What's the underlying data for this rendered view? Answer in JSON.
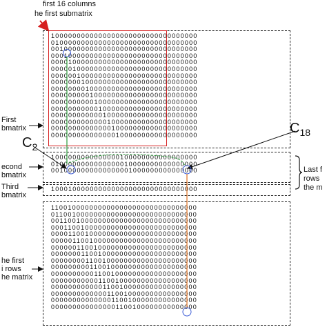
{
  "top_annotation": {
    "line1": "first 16 columns",
    "line2": "he first submatrix"
  },
  "left_labels": {
    "first": [
      "First",
      "bmatrix"
    ],
    "second": [
      "econd",
      "bmatrix"
    ],
    "third": [
      "Third",
      "bmatrix"
    ],
    "rows": [
      "he first",
      "i rows",
      "he matrix"
    ]
  },
  "right_label": [
    "Last f",
    "rows",
    "the m"
  ],
  "callouts": {
    "c2": "C",
    "c2_sub": "2",
    "c18": "C",
    "c18_sub": "18"
  },
  "matrices": {
    "first": [
      "1000000000000000000000000000000000",
      "0100000000000000000000000000000000",
      "0010000000000000000000000000000000",
      "0001000000000000000000000000000000",
      "0000100000000000000000000000000000",
      "0000010000000000000000000000000000",
      "0000001000000000000000000000000000",
      "0000000100000000000000000000000000",
      "0000000010000000000000000000000000",
      "0000000001000000000000000000000000",
      "0000000000100000000000000000000000",
      "0000000000010000000000000000000000",
      "0000000000001000000000000000000000",
      "0000000000000100000000000000000000",
      "0000000000000010000000000000000000",
      "0000000000000001000000000000000000"
    ],
    "second": [
      "1000000000000000100000000000000000",
      "0100000000000000010000000000000000",
      "0010000000000000001000000000000000"
    ],
    "third": [
      "1000100000000000000000000000000000"
    ],
    "rows": [
      "1100100000000000000000000000000000",
      "0110010000000000000000000000000000",
      "0011001000000000000000000000000000",
      "0001100100000000000000000000000000",
      "0000110010000000000000000000000000",
      "0000011001000000000000000000000000",
      "0000001100100000000000000000000000",
      "0000000110010000000000000000000000",
      "0000000011001000000000000000000000",
      "0000000001100100000000000000000000",
      "0000000000110010000000000000000000",
      "0000000000011001000000000000000000",
      "0000000000001100100000000000000000",
      "0000000000000110010000000000000000",
      "0000000000000011001000000000000000",
      "0000000000000001100100000000000000"
    ]
  }
}
